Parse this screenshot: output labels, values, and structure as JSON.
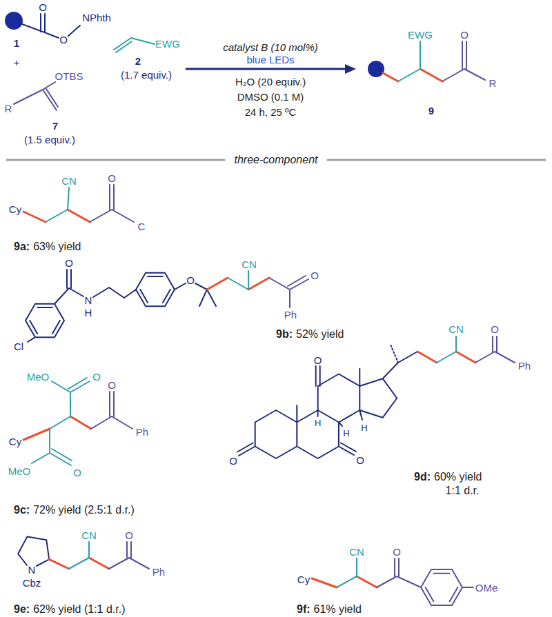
{
  "diagram": {
    "labels": [
      "O",
      "O",
      "NPhth",
      "1",
      "+",
      "OTBS",
      "R",
      "7",
      "(1.5 equiv.)",
      "EWG",
      "2",
      "(1.7 equiv.)",
      "catalyst B (10 mol%)",
      "blue LEDs",
      "H₂O (20 equiv.)",
      "DMSO (0.1 M)",
      "24 h, 25 ºC",
      "EWG",
      "O",
      "R",
      "9",
      "three-component",
      "Cy",
      "CN",
      "O",
      "C",
      "9a:",
      "63% yield",
      "O",
      "Cl",
      "N",
      "H",
      "O",
      "CN",
      "O",
      "Ph",
      "9b:",
      "52% yield",
      "MeO",
      "O",
      "Cy",
      "O",
      "Ph",
      "MeO",
      "O",
      "9c:",
      "72% yield (2.5:1 d.r.)",
      "O",
      "CN",
      "O",
      "H",
      "H",
      "H",
      "Ph",
      "O",
      "O",
      "9d:",
      "60% yield",
      "1:1 d.r.",
      "CN",
      "O",
      "N",
      "Ph",
      "Cbz",
      "9e:",
      "62% yield (1:1 d.r.)",
      "CN",
      "O",
      "Cy",
      "OMe",
      "9f:",
      "61% yield"
    ]
  }
}
